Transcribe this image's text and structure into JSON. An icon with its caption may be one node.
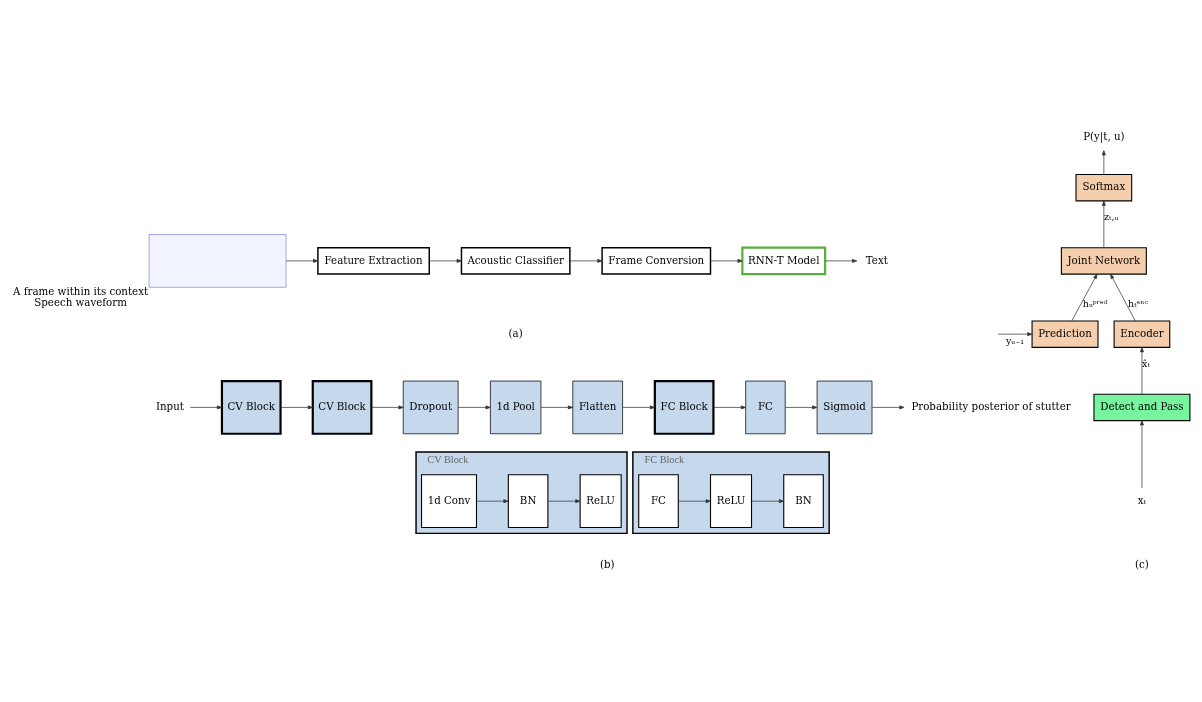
{
  "diagram": {
    "nodes": [
      {
        "text": [],
        "shape": "box",
        "beside": [
          "A frame within its context",
          "Speech waveform"
        ]
      },
      {
        "text": [
          "Feature Extraction"
        ]
      },
      {
        "text": [
          "Acoustic Classifier"
        ]
      },
      {
        "text": [
          "Frame Conversion"
        ]
      },
      {
        "text": [
          "RNN-T Model"
        ]
      },
      {
        "text": [
          "Text"
        ]
      },
      {
        "text": [
          "Input"
        ]
      },
      {
        "text": [
          "CV Block"
        ]
      },
      {
        "text": [
          "CV Block"
        ]
      },
      {
        "text": [
          "Dropout"
        ]
      },
      {
        "text": [
          "1d Pool"
        ]
      },
      {
        "text": [
          "Flatten"
        ]
      },
      {
        "text": [
          "FC Block"
        ]
      },
      {
        "text": [
          "FC"
        ]
      },
      {
        "text": [
          "Sigmoid"
        ]
      },
      {
        "text": [
          "Probability posterior of stutter"
        ]
      },
      {
        "text": [
          "CV Block"
        ]
      },
      {
        "text": [
          "1d Conv"
        ],
        "in": 16
      },
      {
        "text": [
          "BN"
        ],
        "in": 16
      },
      {
        "text": [
          "ReLU"
        ],
        "in": 16
      },
      {
        "text": [
          "FC Block"
        ]
      },
      {
        "text": [
          "FC"
        ],
        "in": 20
      },
      {
        "text": [
          "ReLU"
        ],
        "in": 20
      },
      {
        "text": [
          "BN"
        ],
        "in": 20
      },
      {
        "text": [
          "Softmax"
        ]
      },
      {
        "text": [
          "Joint Network"
        ]
      },
      {
        "text": [
          "Prediction"
        ]
      },
      {
        "text": [
          "Encoder"
        ]
      },
      {
        "text": [
          "Detect and Pass"
        ]
      },
      {
        "text": [
          "P(y|t, u)"
        ]
      },
      {
        "text": [
          "xₜ"
        ]
      }
    ],
    "edges": [
      {
        "from": 0,
        "to": 1,
        "arrow": "to"
      },
      {
        "from": 1,
        "to": 2,
        "arrow": "to"
      },
      {
        "from": 2,
        "to": 3,
        "arrow": "to"
      },
      {
        "from": 3,
        "to": 4,
        "arrow": "to"
      },
      {
        "from": 4,
        "to": 5,
        "arrow": "to"
      },
      {
        "from": 6,
        "to": 7,
        "arrow": "to"
      },
      {
        "from": 7,
        "to": 8,
        "arrow": "to"
      },
      {
        "from": 8,
        "to": 9,
        "arrow": "to"
      },
      {
        "from": 9,
        "to": 10,
        "arrow": "to"
      },
      {
        "from": 10,
        "to": 11,
        "arrow": "to"
      },
      {
        "from": 11,
        "to": 12,
        "arrow": "to"
      },
      {
        "from": 12,
        "to": 13,
        "arrow": "to"
      },
      {
        "from": 13,
        "to": 14,
        "arrow": "to"
      },
      {
        "from": 14,
        "to": 15,
        "arrow": "to"
      },
      {
        "from": 17,
        "to": 18,
        "arrow": "to"
      },
      {
        "from": 18,
        "to": 19,
        "arrow": "to"
      },
      {
        "from": 21,
        "to": 22,
        "arrow": "to"
      },
      {
        "from": 22,
        "to": 23,
        "arrow": "to"
      },
      {
        "from": 24,
        "to": 29,
        "arrow": "to"
      },
      {
        "from": 25,
        "to": 24,
        "arrow": "to",
        "label": "zₜ,ᵤ"
      },
      {
        "from": 26,
        "to": 25,
        "arrow": "to",
        "label": "hᵤᵖʳᵉᵈ"
      },
      {
        "from": 27,
        "to": 25,
        "arrow": "to",
        "label": "hₜᵉⁿᶜ"
      },
      {
        "from": 28,
        "to": 27,
        "arrow": "to",
        "label": "x̂ₜ"
      },
      {
        "from": 30,
        "to": 28,
        "arrow": "to"
      },
      {
        "from": null,
        "to": 26,
        "arrow": "to",
        "label": "yᵤ₋₁"
      }
    ],
    "labels": [
      "(a)",
      "(b)",
      "(c)"
    ]
  }
}
